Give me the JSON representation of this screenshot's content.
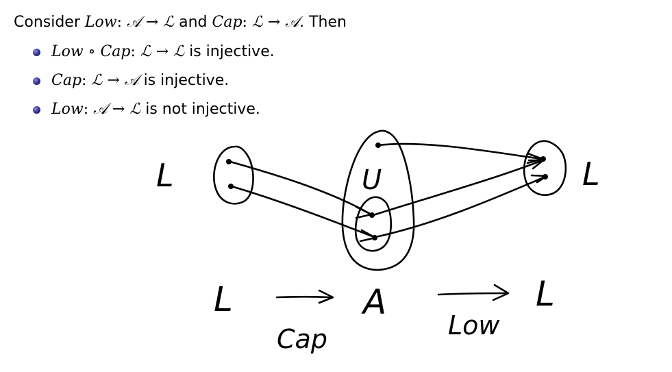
{
  "intro": {
    "word1": "Consider",
    "f1_name": "Low",
    "f1_colon": ":",
    "f1_domain": "𝒜",
    "arrow": "→",
    "f1_codomain": "ℒ",
    "and": "and",
    "f2_name": "Cap",
    "f2_colon": ":",
    "f2_domain": "ℒ",
    "f2_codomain": "𝒜",
    "then": ". Then"
  },
  "bullets": [
    {
      "name": "Low ∘ Cap",
      "colon": ":",
      "domain": "ℒ",
      "arrow": "→",
      "codomain": "ℒ",
      "text": "is injective."
    },
    {
      "name": "Cap",
      "colon": ":",
      "domain": "ℒ",
      "arrow": "→",
      "codomain": "𝒜",
      "text": "is injective."
    },
    {
      "name": "Low",
      "colon": ":",
      "domain": "𝒜",
      "arrow": "→",
      "codomain": "ℒ",
      "text": "is not injective."
    }
  ],
  "diagram": {
    "left_set_label": "L",
    "middle_set_label": "U",
    "right_set_label": "L",
    "bottom_left": "L",
    "bottom_middle": "A",
    "bottom_right": "L",
    "map1_label": "Cap",
    "map2_label": "Low"
  }
}
